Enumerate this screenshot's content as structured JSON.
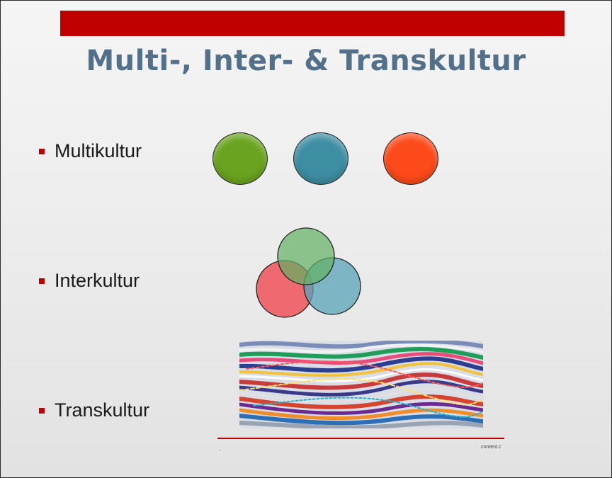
{
  "slide": {
    "title": "Multi-, Inter- & Transkultur",
    "bullets": [
      {
        "label": "Multikultur"
      },
      {
        "label": "Interkultur"
      },
      {
        "label": "Transkultur"
      }
    ],
    "watermark": "content.c",
    "stray_mark": "-"
  },
  "colors": {
    "accent": "#c00000",
    "title": "#52708a",
    "circle_green": "#6aa31f",
    "circle_blue": "#3e8ea3",
    "circle_orange": "#fc4a1a",
    "venn_red": "#f0535a",
    "venn_green": "#62b162",
    "venn_blue": "#5aa3b8"
  }
}
